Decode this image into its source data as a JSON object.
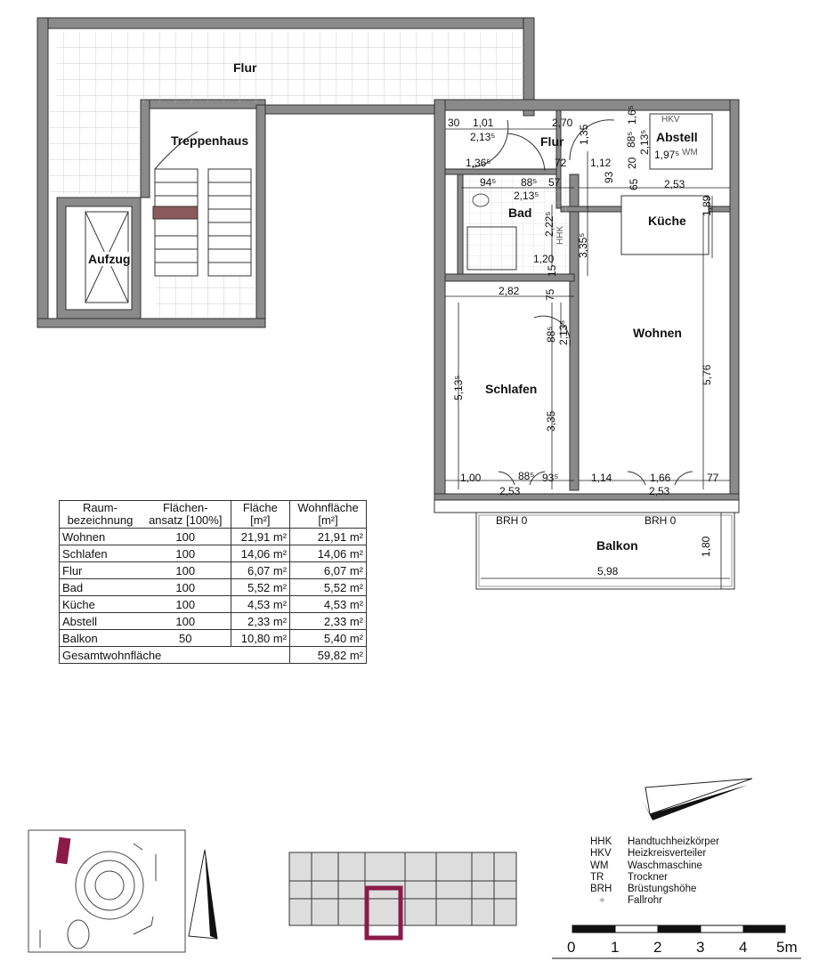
{
  "rooms": {
    "flur_building": "Flur",
    "treppenhaus": "Treppenhaus",
    "aufzug": "Aufzug",
    "flur": "Flur",
    "abstell": "Abstell",
    "bad": "Bad",
    "kueche": "Küche",
    "wohnen": "Wohnen",
    "schlafen": "Schlafen",
    "balkon": "Balkon"
  },
  "fixtures": {
    "hhk": "HHK",
    "hkv": "HKV",
    "wm": "WM",
    "brh1": "BRH 0",
    "brh2": "BRH 0"
  },
  "dims": [
    "30",
    "1,01",
    "2,70",
    "1,6⁵",
    "2,13⁵",
    "1,35",
    "88⁵",
    "2,13⁵",
    "1,36⁵",
    "72",
    "1,12",
    "20",
    "1,97⁵",
    "94⁵",
    "88⁵",
    "57",
    "2,13⁵",
    "93",
    "65",
    "2,53",
    "2,22⁵",
    "1,89",
    "1,20",
    "3,35⁵",
    "2,82",
    "75",
    "88⁵",
    "2,13⁵",
    "5,13⁵",
    "3,35",
    "5,76",
    "1,00",
    "88⁵",
    "93⁵",
    "2,53",
    "1,14",
    "1,66",
    "77",
    "2,53",
    "1,80",
    "5,98",
    "15"
  ],
  "table": {
    "headers": [
      "Raum-\nbezeichnung",
      "Flächen-\nansatz [100%]",
      "Fläche\n[m²]",
      "Wohnfläche\n[m²]"
    ],
    "rows": [
      {
        "room": "Wohnen",
        "factor": "100",
        "area": "21,91 m²",
        "living": "21,91 m²"
      },
      {
        "room": "Schlafen",
        "factor": "100",
        "area": "14,06 m²",
        "living": "14,06 m²"
      },
      {
        "room": "Flur",
        "factor": "100",
        "area": "6,07 m²",
        "living": "6,07 m²"
      },
      {
        "room": "Bad",
        "factor": "100",
        "area": "5,52 m²",
        "living": "5,52 m²"
      },
      {
        "room": "Küche",
        "factor": "100",
        "area": "4,53 m²",
        "living": "4,53 m²"
      },
      {
        "room": "Abstell",
        "factor": "100",
        "area": "2,33 m²",
        "living": "2,33 m²"
      },
      {
        "room": "Balkon",
        "factor": "50",
        "area": "10,80 m²",
        "living": "5,40 m²"
      }
    ],
    "total_label": "Gesamtwohnfläche",
    "total_value": "59,82 m²"
  },
  "legend": [
    {
      "abbr": "HHK",
      "text": "Handtuchheizkörper"
    },
    {
      "abbr": "HKV",
      "text": "Heizkreisverteiler"
    },
    {
      "abbr": "WM",
      "text": "Waschmaschine"
    },
    {
      "abbr": "TR",
      "text": "Trockner"
    },
    {
      "abbr": "BRH",
      "text": "Brüstungshöhe"
    },
    {
      "abbr": "⌖",
      "text": "Fallrohr"
    }
  ],
  "scale": {
    "labels": [
      "0",
      "1",
      "2",
      "3",
      "4",
      "5m"
    ]
  },
  "colors": {
    "wall": "#8a8a8a",
    "highlight": "#8b1a4a",
    "stair_mark": "#8b5a5a"
  }
}
